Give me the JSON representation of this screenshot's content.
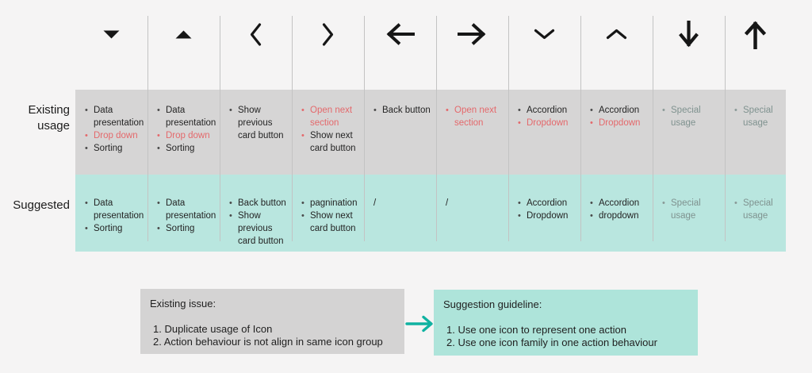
{
  "page": {
    "bg_color": "#f5f4f4",
    "colors": {
      "existing_row_bg": "#d6d5d5",
      "suggested_row_bg": "#b9e6df",
      "issue_box_bg": "#d4d3d3",
      "guideline_box_bg": "#aee4da",
      "red_text": "#e4696c",
      "muted_text": "#7f928f",
      "dark_text": "#242424",
      "divider_line": "#c3c3c3",
      "flow_arrow": "#10b2a1",
      "icon_color": "#161616"
    }
  },
  "table": {
    "row_labels": {
      "existing": "Existing\nusage",
      "suggested": "Suggested"
    },
    "columns": [
      {
        "icon": "caret-down-icon",
        "existing": [
          {
            "text": "Data presentation",
            "style": "normal"
          },
          {
            "text": "Drop down",
            "style": "red"
          },
          {
            "text": "Sorting",
            "style": "normal"
          }
        ],
        "suggested": [
          {
            "text": "Data presentation",
            "style": "normal"
          },
          {
            "text": "Sorting",
            "style": "normal"
          }
        ]
      },
      {
        "icon": "caret-up-icon",
        "existing": [
          {
            "text": "Data presentation",
            "style": "normal"
          },
          {
            "text": "Drop down",
            "style": "red"
          },
          {
            "text": "Sorting",
            "style": "normal"
          }
        ],
        "suggested": [
          {
            "text": "Data presentation",
            "style": "normal"
          },
          {
            "text": "Sorting",
            "style": "normal"
          }
        ]
      },
      {
        "icon": "chevron-left-icon",
        "existing": [
          {
            "text": "Show previous card button",
            "style": "normal"
          }
        ],
        "suggested": [
          {
            "text": "Back button",
            "style": "normal"
          },
          {
            "text": "Show previous card button",
            "style": "normal"
          }
        ]
      },
      {
        "icon": "chevron-right-icon",
        "existing": [
          {
            "text": "Open next section",
            "style": "red"
          },
          {
            "text": "Show next card button",
            "style": "redbullet"
          }
        ],
        "suggested": [
          {
            "text": "pagnination",
            "style": "normal"
          },
          {
            "text": "Show next card button",
            "style": "normal"
          }
        ]
      },
      {
        "icon": "arrow-left-icon",
        "existing": [
          {
            "text": "Back button",
            "style": "normal"
          }
        ],
        "suggested": [
          {
            "text": "/",
            "style": "plain"
          }
        ]
      },
      {
        "icon": "arrow-right-icon",
        "existing": [
          {
            "text": "Open next section",
            "style": "red"
          }
        ],
        "suggested": [
          {
            "text": "/",
            "style": "plain"
          }
        ]
      },
      {
        "icon": "chevron-down-icon",
        "existing": [
          {
            "text": "Accordion",
            "style": "normal"
          },
          {
            "text": "Dropdown",
            "style": "red"
          }
        ],
        "suggested": [
          {
            "text": "Accordion",
            "style": "normal"
          },
          {
            "text": "Dropdown",
            "style": "normal"
          }
        ]
      },
      {
        "icon": "chevron-up-icon",
        "existing": [
          {
            "text": "Accordion",
            "style": "normal"
          },
          {
            "text": "Dropdown",
            "style": "red"
          }
        ],
        "suggested": [
          {
            "text": "Accordion",
            "style": "normal"
          },
          {
            "text": "dropdown",
            "style": "normal"
          }
        ]
      },
      {
        "icon": "arrow-down-icon",
        "existing": [
          {
            "text": "Special usage",
            "style": "muted"
          }
        ],
        "suggested": [
          {
            "text": "Special usage",
            "style": "muted"
          }
        ]
      },
      {
        "icon": "arrow-up-icon",
        "existing": [
          {
            "text": "Special usage",
            "style": "muted"
          }
        ],
        "suggested": [
          {
            "text": "Special usage",
            "style": "muted"
          }
        ]
      }
    ]
  },
  "notes": {
    "issue": {
      "title": "Existing issue:",
      "items": [
        "1. Duplicate usage of Icon",
        "2. Action behaviour is not align in same icon group"
      ]
    },
    "guideline": {
      "title": "Suggestion guideline:",
      "items": [
        "1. Use one icon to represent one action",
        "2. Use one icon family in one action behaviour"
      ]
    }
  }
}
